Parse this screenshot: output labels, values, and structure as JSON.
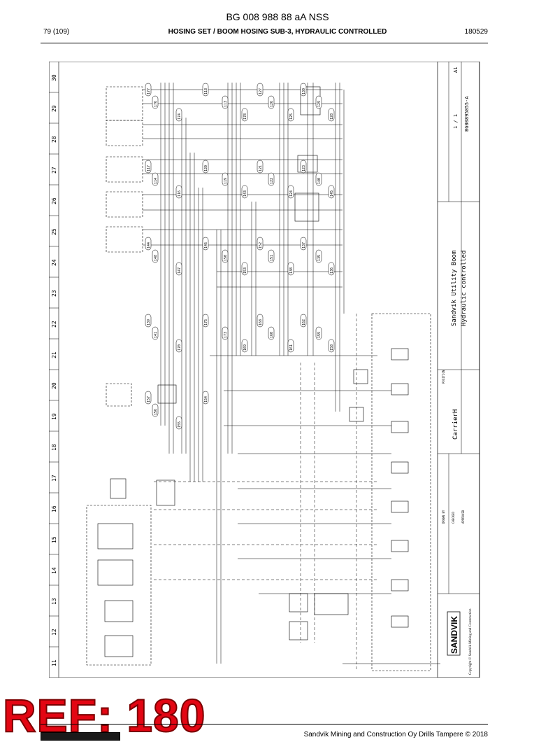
{
  "document": {
    "title": "BG 008 988 88 aA NSS",
    "page": "79 (109)",
    "section": "HOSING SET / BOOM HOSING SUB-3, HYDRAULIC CONTROLLED",
    "date_code": "180529"
  },
  "drawing": {
    "grid_numbers": [
      "30",
      "29",
      "28",
      "27",
      "26",
      "25",
      "24",
      "23",
      "22",
      "21",
      "20",
      "19",
      "18",
      "17",
      "16",
      "15",
      "14",
      "13",
      "12",
      "11"
    ],
    "title_block": {
      "brand": "SANDVIK",
      "copyright": "Copyright © Sandvik Mining and Construction",
      "drawing_title": "Sandvik Utility Boom",
      "drawing_subtitle": "Hydraulic controlled",
      "carrier": "CarrierH",
      "sheet": "1 / 1",
      "size": "A1",
      "dwg_no": "BG00895855-A",
      "drawn": "DRAWN BY",
      "checked": "CHECKED",
      "approved": "APPROVED",
      "position": "POSITION"
    },
    "callouts": [
      "177",
      "176",
      "174",
      "118",
      "113",
      "178",
      "127",
      "126",
      "125",
      "130",
      "129",
      "128",
      "117",
      "114",
      "116",
      "120",
      "119",
      "143",
      "121",
      "122",
      "124",
      "123",
      "140",
      "145",
      "144",
      "148",
      "147",
      "146",
      "150",
      "153",
      "152",
      "151",
      "138",
      "137",
      "135",
      "136",
      "139",
      "141",
      "170",
      "175",
      "173",
      "169",
      "168",
      "160",
      "161",
      "162",
      "159",
      "158",
      "157",
      "156",
      "155",
      "154"
    ]
  },
  "stamp": {
    "ref": "REF: 180"
  },
  "footer": {
    "text": "Sandvik Mining and Construction Oy Drills Tampere © 2018"
  },
  "colors": {
    "stamp_fill": "#e30613",
    "stamp_stroke": "#7a0000",
    "ink": "#000000"
  }
}
